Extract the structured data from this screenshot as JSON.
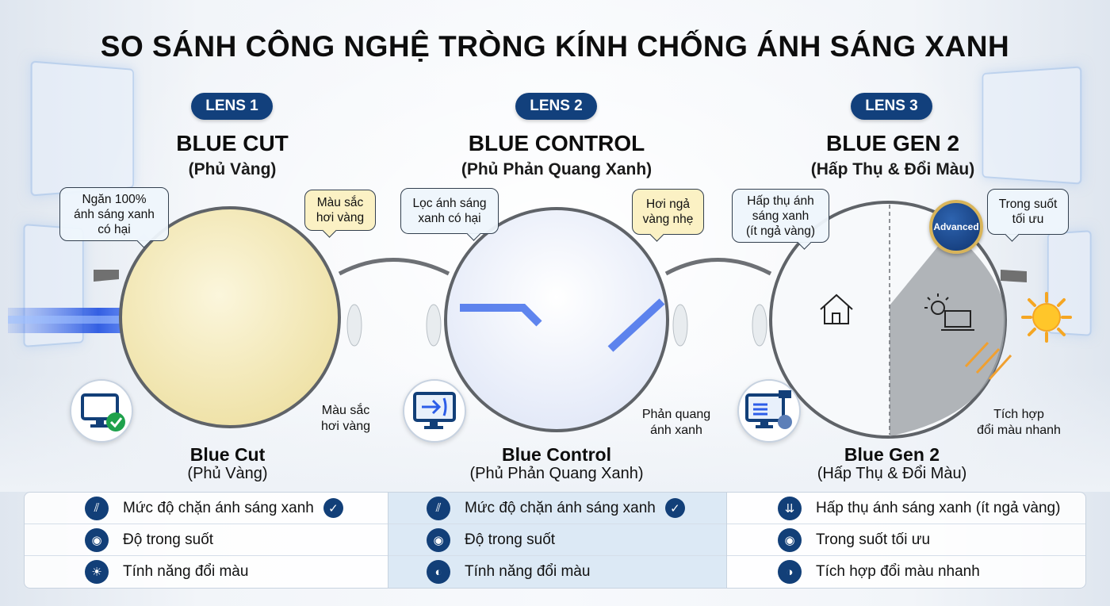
{
  "title": "SO SÁNH CÔNG NGHỆ TRÒNG KÍNH CHỐNG ÁNH SÁNG XANH",
  "colors": {
    "navy": "#12407c",
    "lens1_tint": "#f6efc7",
    "lens2_tint": "#eef2fb",
    "lens3_dark": "#9aa0a6",
    "beam": "#1f4fe0",
    "highlight_column": "#dce9f5"
  },
  "lenses": [
    {
      "badge": "LENS 1",
      "name": "BLUE CUT",
      "subtitle": "(Phủ Vàng)",
      "bubble_left": "Ngăn 100%\nánh sáng xanh\ncó hại",
      "bubble_right": "Màu sắc\nhơi vàng",
      "side_note": "Màu sắc\nhơi vàng",
      "bottom_name": "Blue Cut",
      "bottom_sub": "(Phủ Vàng)",
      "icon": "monitor-check-icon"
    },
    {
      "badge": "LENS 2",
      "name": "BLUE CONTROL",
      "subtitle": "(Phủ Phản Quang Xanh)",
      "bubble_left": "Lọc ánh sáng\nxanh có hại",
      "bubble_right": "Hơi ngả\nvàng nhẹ",
      "side_note": "Phản quang\nánh xanh",
      "bottom_name": "Blue Control",
      "bottom_sub": "(Phủ Phản Quang Xanh)",
      "icon": "monitor-reflect-icon"
    },
    {
      "badge": "LENS 3",
      "name": "BLUE GEN 2",
      "subtitle": "(Hấp Thụ & Đổi Màu)",
      "bubble_left": "Hấp thụ ánh\nsáng xanh\n(ít ngả vàng)",
      "bubble_right": "Trong suốt\ntối ưu",
      "side_note": "Tích hợp\nđổi màu nhanh",
      "bottom_name": "Blue Gen 2",
      "bottom_sub": "(Hấp Thụ & Đổi Màu)",
      "icon": "monitor-absorb-icon",
      "seal": "Advanced"
    }
  ],
  "table": [
    {
      "rows": [
        {
          "icon": "shield-block-icon",
          "text": "Mức độ chặn ánh sáng xanh",
          "checked": true
        },
        {
          "icon": "eye-icon",
          "text": "Độ trong suốt"
        },
        {
          "icon": "sun-half-icon",
          "text": "Tính năng đổi màu"
        }
      ]
    },
    {
      "rows": [
        {
          "icon": "shield-block-icon",
          "text": "Mức độ chặn ánh sáng xanh",
          "checked": true
        },
        {
          "icon": "eye-icon",
          "text": "Độ trong suốt"
        },
        {
          "icon": "moon-half-icon",
          "text": "Tính năng đổi màu"
        }
      ]
    },
    {
      "rows": [
        {
          "icon": "absorb-icon",
          "text": "Hấp thụ ánh sáng xanh (ít ngả vàng)"
        },
        {
          "icon": "eye-icon",
          "text": "Trong suốt tối ưu"
        },
        {
          "icon": "half-circle-icon",
          "text": "Tích hợp đổi màu nhanh"
        }
      ]
    }
  ]
}
